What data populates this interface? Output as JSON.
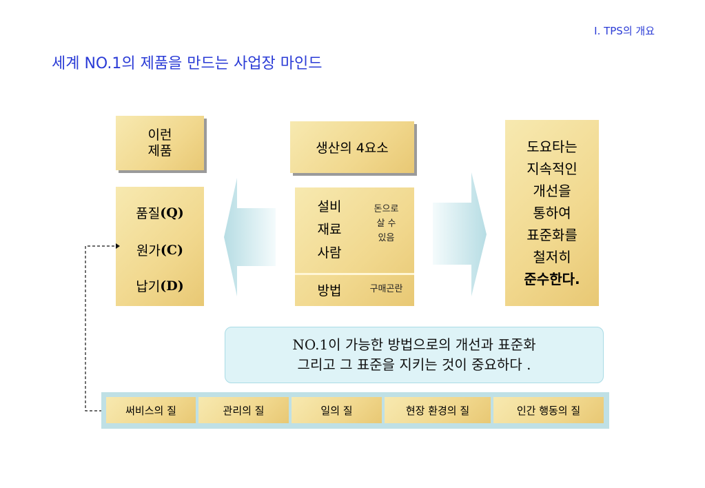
{
  "header": {
    "section": "Ⅰ. TPS의 개요",
    "title": "세계 NO.1의 제품을 만드는 사업장 마인드"
  },
  "product_box": {
    "line1": "이런",
    "line2": "제품"
  },
  "qcd": [
    {
      "label": "품질",
      "letter": "(Q)"
    },
    {
      "label": "원가",
      "letter": "(C)"
    },
    {
      "label": "납기",
      "letter": "(D)"
    }
  ],
  "factors_title": "생산의 4요소",
  "factors": {
    "buyable": [
      "설비",
      "재료",
      "사람"
    ],
    "buyable_note": [
      "돈으로",
      "살 수",
      "있음"
    ],
    "method": "방법",
    "method_note": "구매곤란"
  },
  "toyota_box": [
    "도요타는",
    "지속적인",
    "개선을",
    "통하여",
    "표준화를",
    "철저히",
    "준수한다."
  ],
  "note": {
    "line1": "NO.1이 가능한 방법으로의 개선과 표준화",
    "line2": "그리고 그 표준을 지키는 것이 중요하다 ."
  },
  "qualities": [
    "써비스의 질",
    "관리의 질",
    "일의 질",
    "현장 환경의 질",
    "인간 행동의 질"
  ]
}
